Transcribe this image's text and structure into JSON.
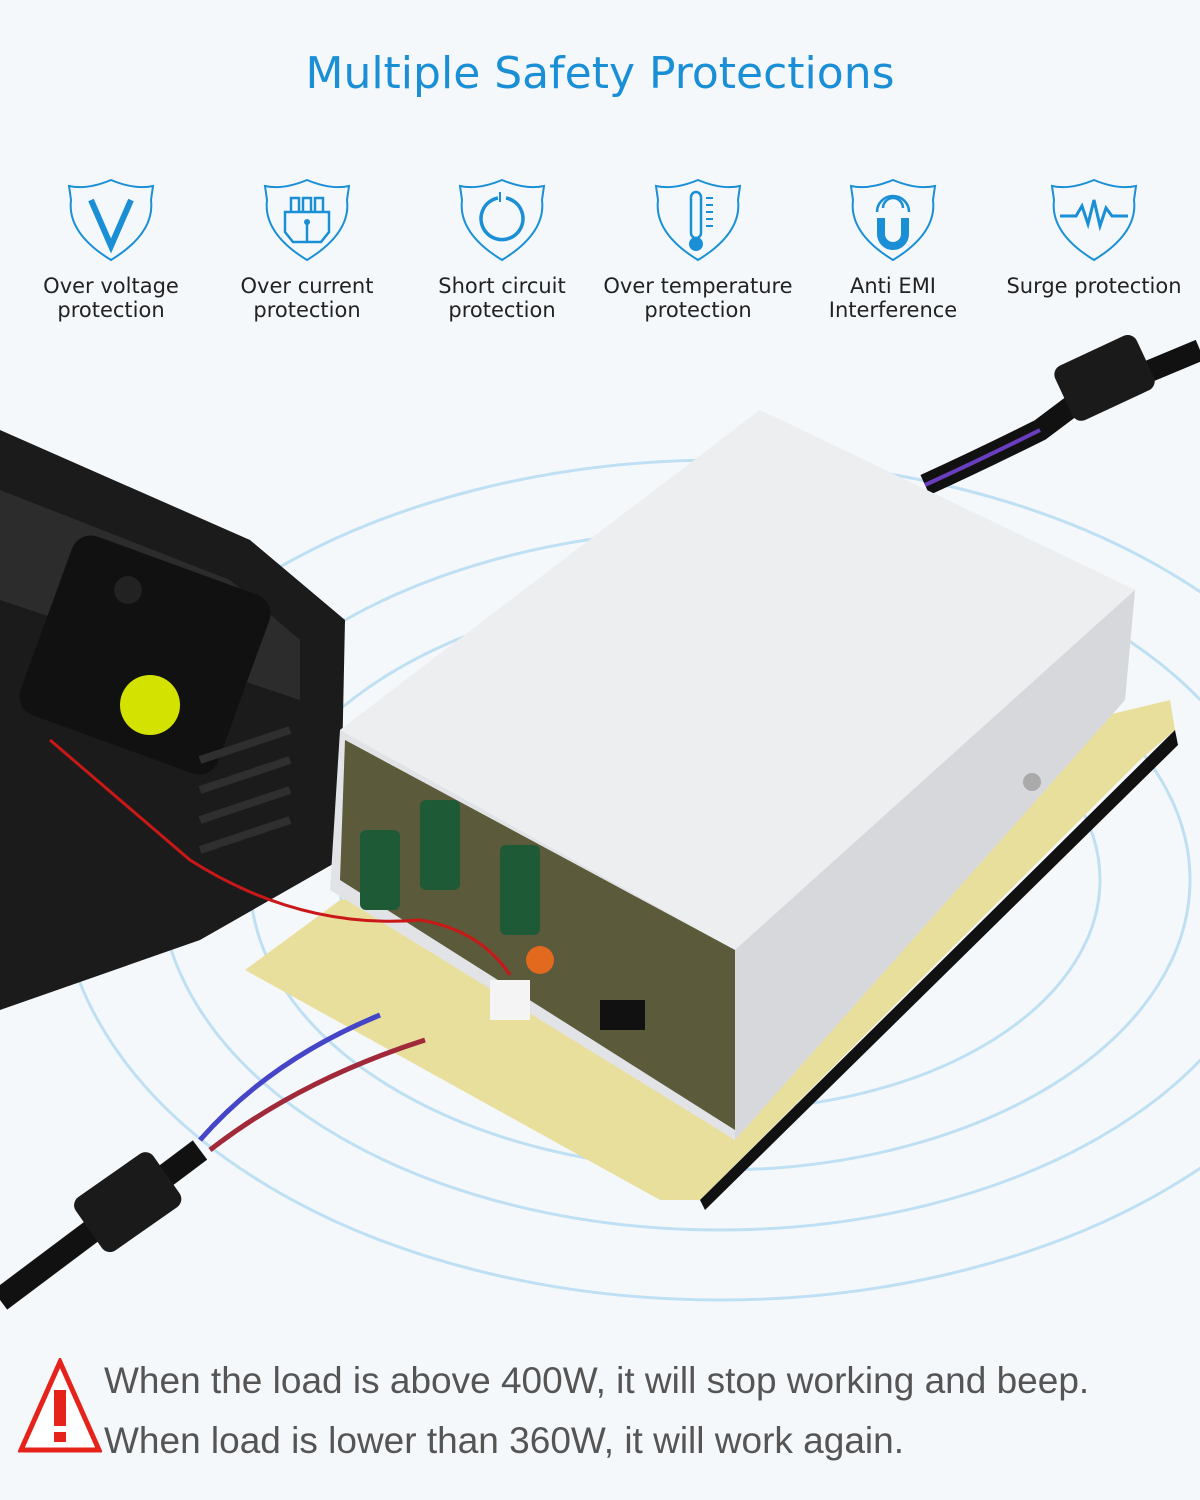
{
  "title": "Multiple Safety Protections",
  "features": [
    {
      "icon": "voltage-shield-icon",
      "line1": "Over voltage",
      "line2": "protection"
    },
    {
      "icon": "plug-shield-icon",
      "line1": "Over current",
      "line2": "protection"
    },
    {
      "icon": "power-shield-icon",
      "line1": "Short circuit",
      "line2": "protection"
    },
    {
      "icon": "thermometer-shield-icon",
      "line1": "Over temperature",
      "line2": "protection"
    },
    {
      "icon": "magnet-shield-icon",
      "line1": "Anti EMI",
      "line2": "Interference"
    },
    {
      "icon": "pulse-shield-icon",
      "line1": "Surge protection",
      "line2": ""
    }
  ],
  "warning": {
    "icon": "warning-triangle-icon",
    "line1": "When the load is above 400W, it will stop working and beep.",
    "line2": "When load is lower than 360W, it will work again."
  },
  "colors": {
    "accent": "#1a8fd6",
    "warning": "#e5231b"
  }
}
